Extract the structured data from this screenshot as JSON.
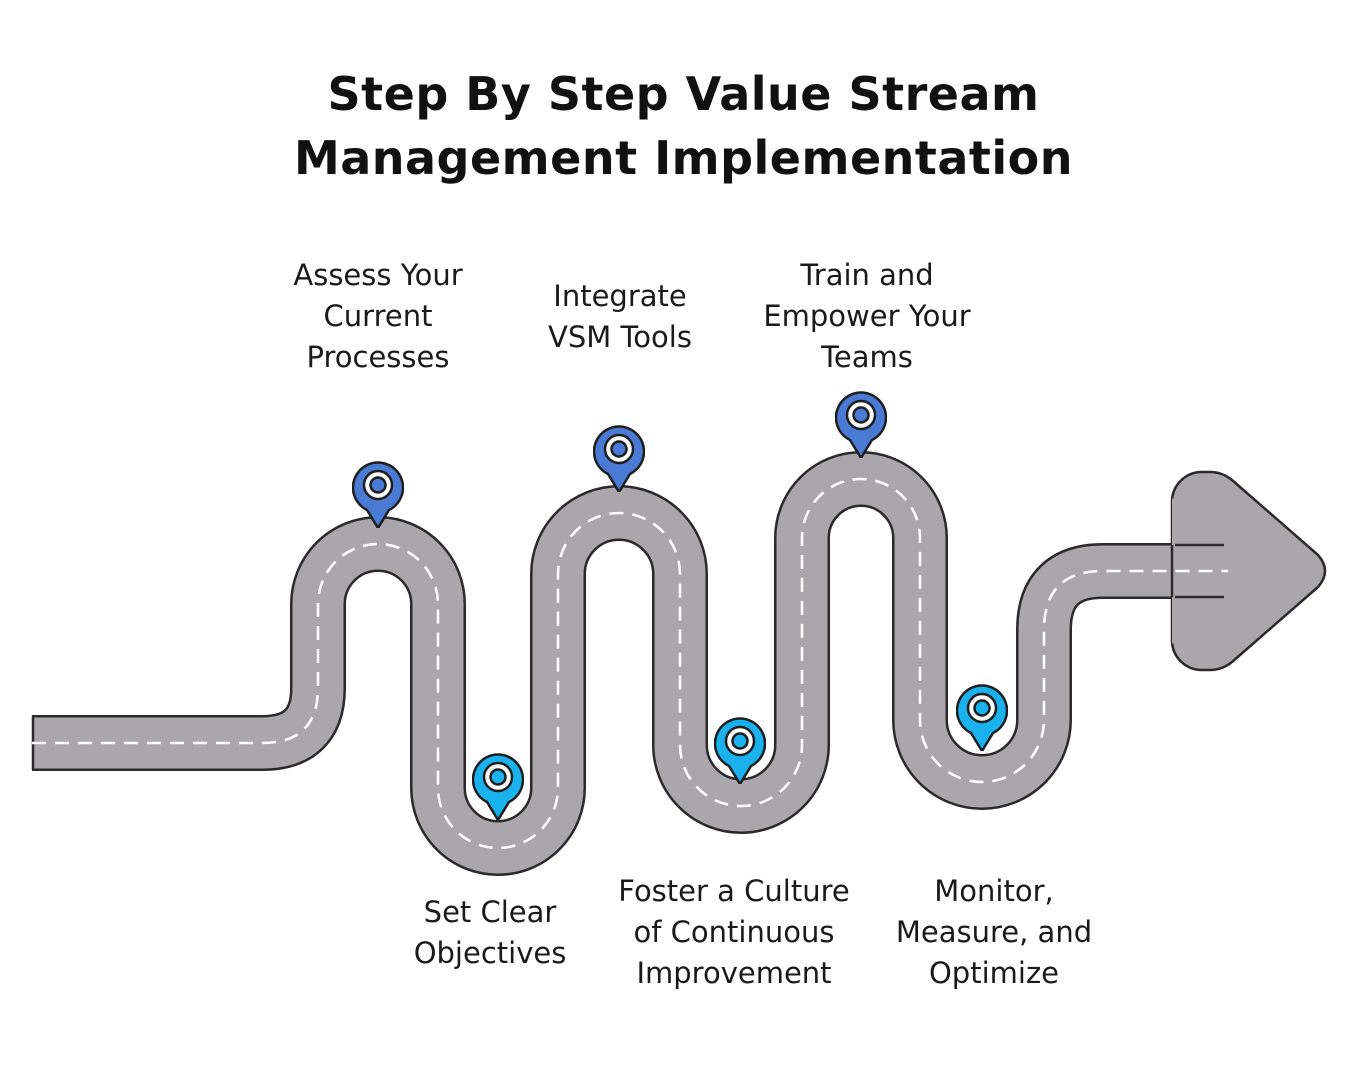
{
  "title": {
    "line1": "Step By Step Value Stream",
    "line2": "Management Implementation"
  },
  "steps": [
    {
      "lines": [
        "Assess Your",
        "Current",
        "Processes"
      ],
      "pin_color": "#4a7bd4"
    },
    {
      "lines": [
        "Set Clear",
        "Objectives"
      ],
      "pin_color": "#1ab2ee"
    },
    {
      "lines": [
        "Integrate",
        "VSM Tools"
      ],
      "pin_color": "#4a7bd4"
    },
    {
      "lines": [
        "Foster a Culture",
        "of Continuous",
        "Improvement"
      ],
      "pin_color": "#1ab2ee"
    },
    {
      "lines": [
        "Train and",
        "Empower Your",
        "Teams"
      ],
      "pin_color": "#4a7bd4"
    },
    {
      "lines": [
        "Monitor,",
        "Measure, and",
        "Optimize"
      ],
      "pin_color": "#1ab2ee"
    }
  ],
  "colors": {
    "road": "#a9a7ab",
    "road_outline": "#2a2a2a",
    "lane_marking": "#ffffff",
    "text": "#1a1a1a"
  },
  "icons": {
    "marker": "map-pin-icon",
    "end": "arrow-head-icon"
  }
}
